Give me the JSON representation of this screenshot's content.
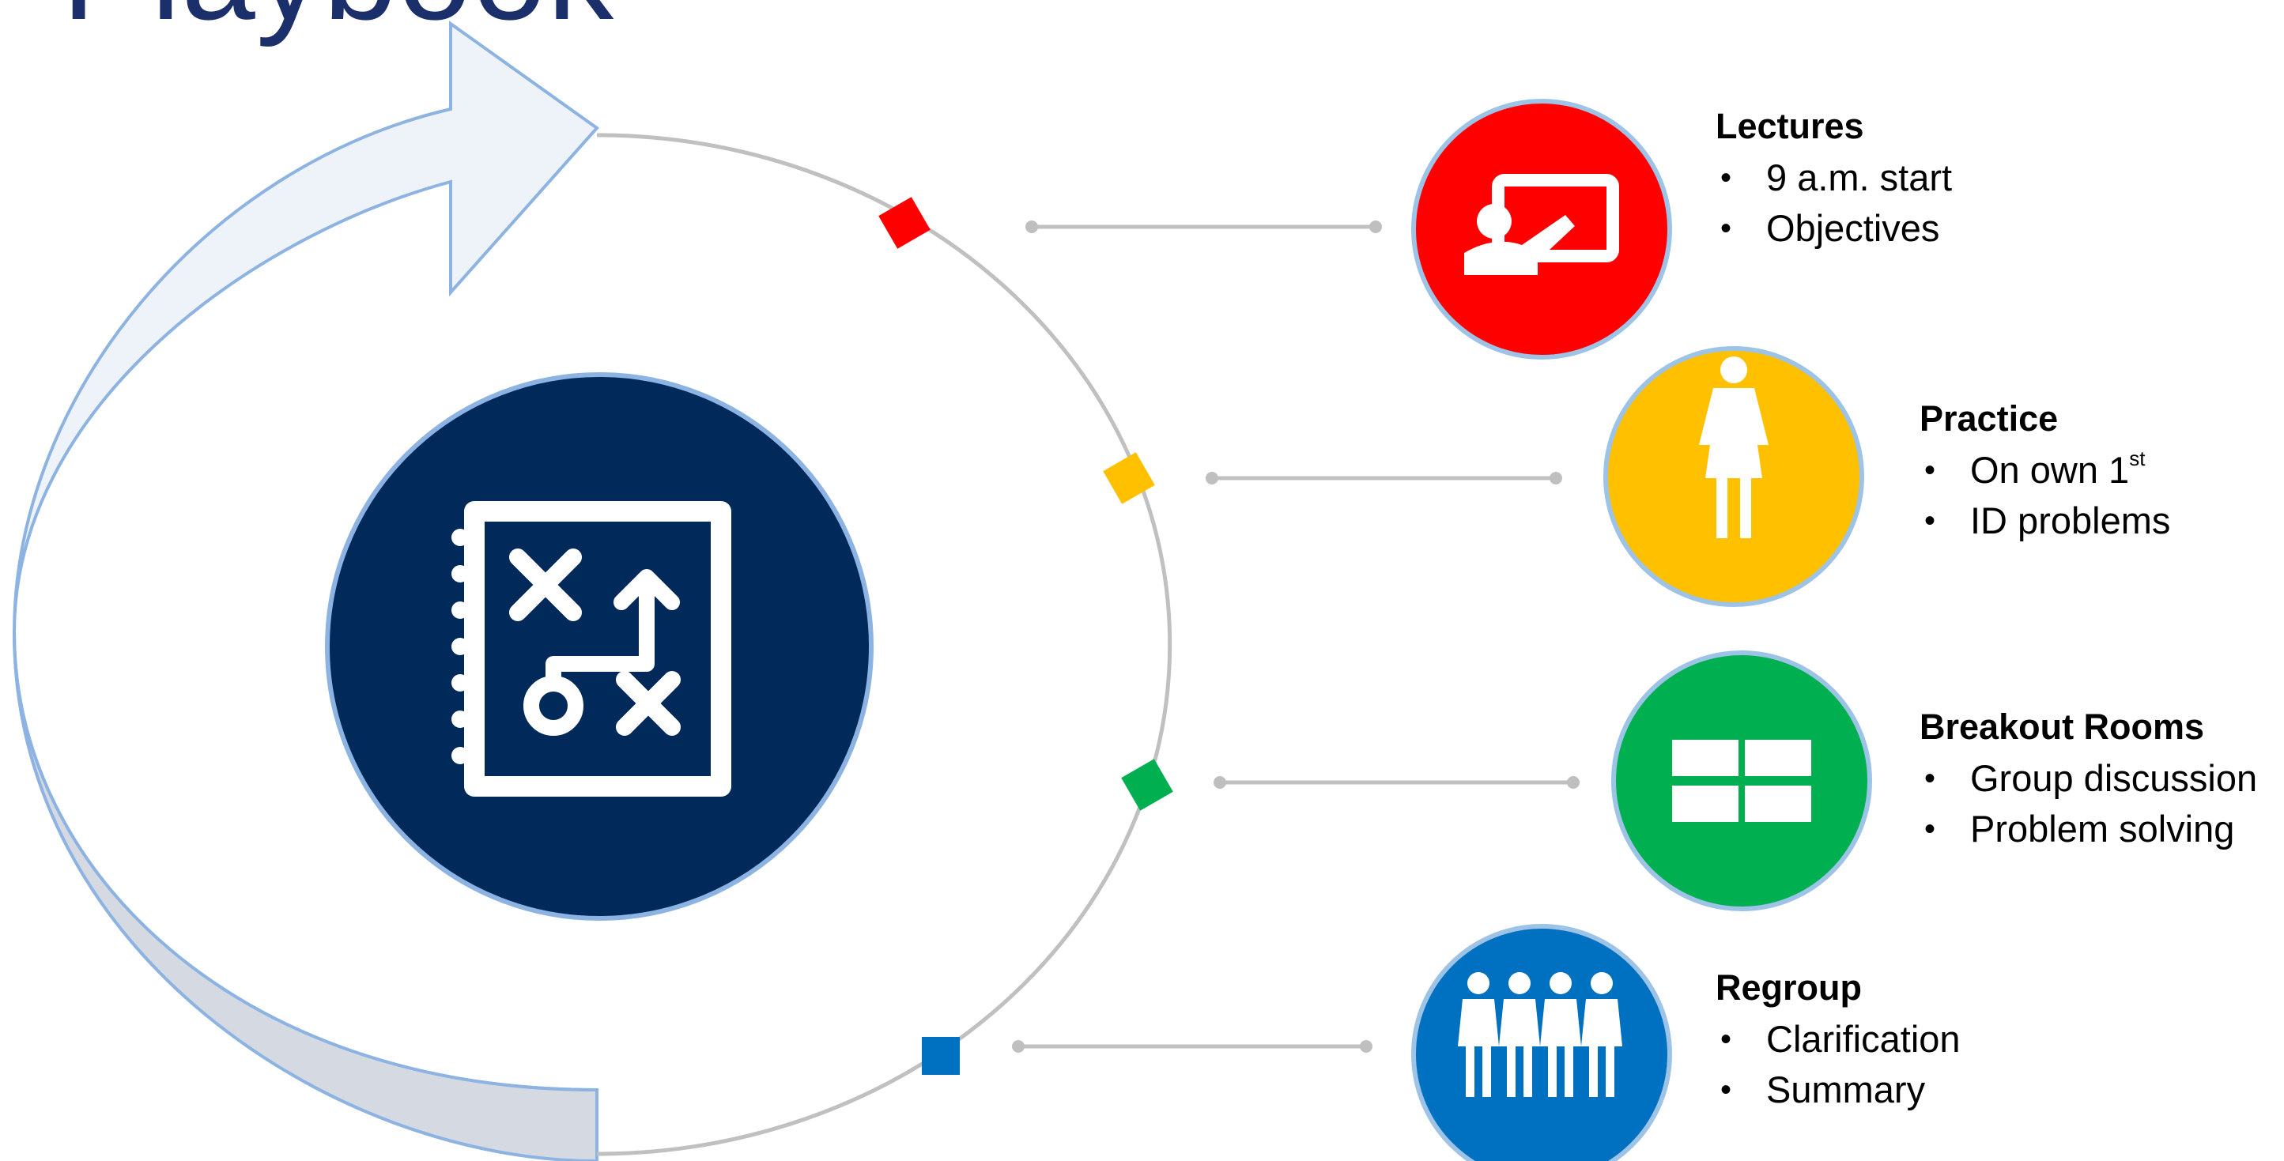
{
  "title": "Playbook",
  "center": {
    "icon": "playbook-strategy-icon",
    "fill": "#012a5b"
  },
  "cycle_arrow": {
    "icon": "cycle-arrow",
    "fill": "#eef3fa",
    "stroke": "#8db3e2"
  },
  "items": [
    {
      "key": "lectures",
      "title": "Lectures",
      "bullets": [
        "9 a.m. start",
        "Objectives"
      ],
      "color": "#ff0000",
      "icon": "presenter-board-icon"
    },
    {
      "key": "practice",
      "title": "Practice",
      "bullets": [
        "On own 1",
        "ID problems"
      ],
      "superscript": "st",
      "color": "#ffc000",
      "icon": "person-icon"
    },
    {
      "key": "breakout",
      "title": "Breakout Rooms",
      "bullets": [
        "Group discussion",
        "Problem solving"
      ],
      "color": "#00b050",
      "icon": "grid-rooms-icon"
    },
    {
      "key": "regroup",
      "title": "Regroup",
      "bullets": [
        "Clarification",
        "Summary"
      ],
      "color": "#0070c0",
      "icon": "group-people-icon"
    }
  ],
  "bullet_char": "•"
}
